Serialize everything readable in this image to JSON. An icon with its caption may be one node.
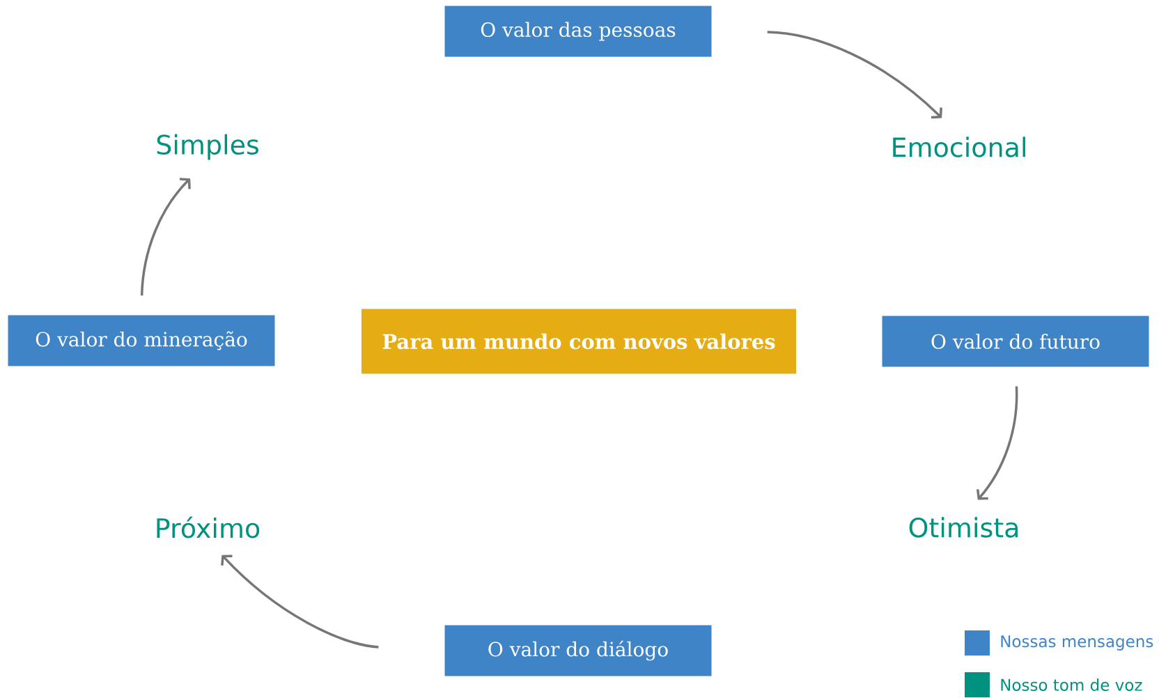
{
  "diagram": {
    "nodes": [
      {
        "text": [
          "O valor das pessoas"
        ]
      },
      {
        "text": [
          "Emocional"
        ]
      },
      {
        "text": [
          "O valor do futuro"
        ]
      },
      {
        "text": [
          "Otimista"
        ]
      },
      {
        "text": [
          "O valor do diálogo"
        ]
      },
      {
        "text": [
          "Próximo"
        ]
      },
      {
        "text": [
          "O valor do mineração"
        ]
      },
      {
        "text": [
          "Simples"
        ]
      },
      {
        "text": [
          "Para um mundo com novos valores"
        ]
      }
    ],
    "edges": [
      {
        "from": 0,
        "to": 1,
        "arrow": "to"
      },
      {
        "from": 2,
        "to": 3,
        "arrow": "to"
      },
      {
        "from": 4,
        "to": 5,
        "arrow": "to"
      },
      {
        "from": 6,
        "to": 7,
        "arrow": "to"
      }
    ],
    "legend": [
      {
        "text": "Nossas  mensagens",
        "color": "#3f84c6"
      },
      {
        "text": "Nosso  tom de voz",
        "color": "#00917f"
      }
    ]
  }
}
